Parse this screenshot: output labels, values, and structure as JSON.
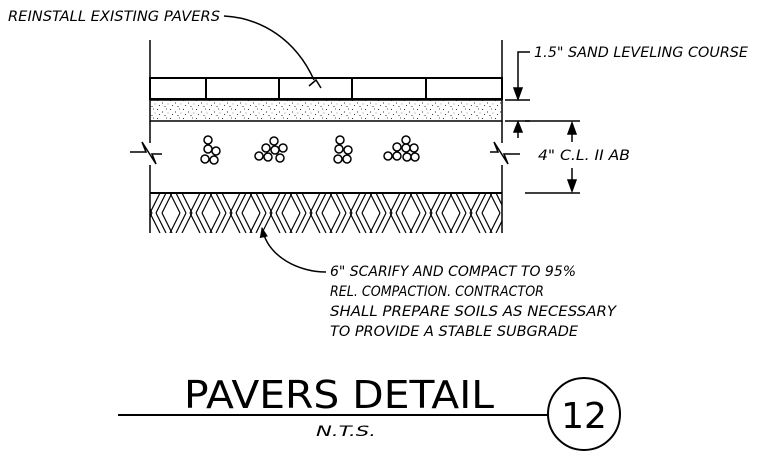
{
  "labels": {
    "pavers_callout": "REINSTALL EXISTING PAVERS",
    "sand_callout": "1.5\" SAND LEVELING COURSE",
    "base_callout": "4\" C.L. II AB",
    "subgrade_note": [
      "6\" SCARIFY AND COMPACT TO 95%",
      "REL. COMPACTION. CONTRACTOR",
      "SHALL PREPARE SOILS AS NECESSARY",
      "TO PROVIDE A STABLE SUBGRADE"
    ]
  },
  "title": {
    "text": "PAVERS DETAIL",
    "scale": "N.T.S.",
    "detail_number": "12"
  },
  "colors": {
    "ink": "#000000",
    "background": "#ffffff"
  }
}
